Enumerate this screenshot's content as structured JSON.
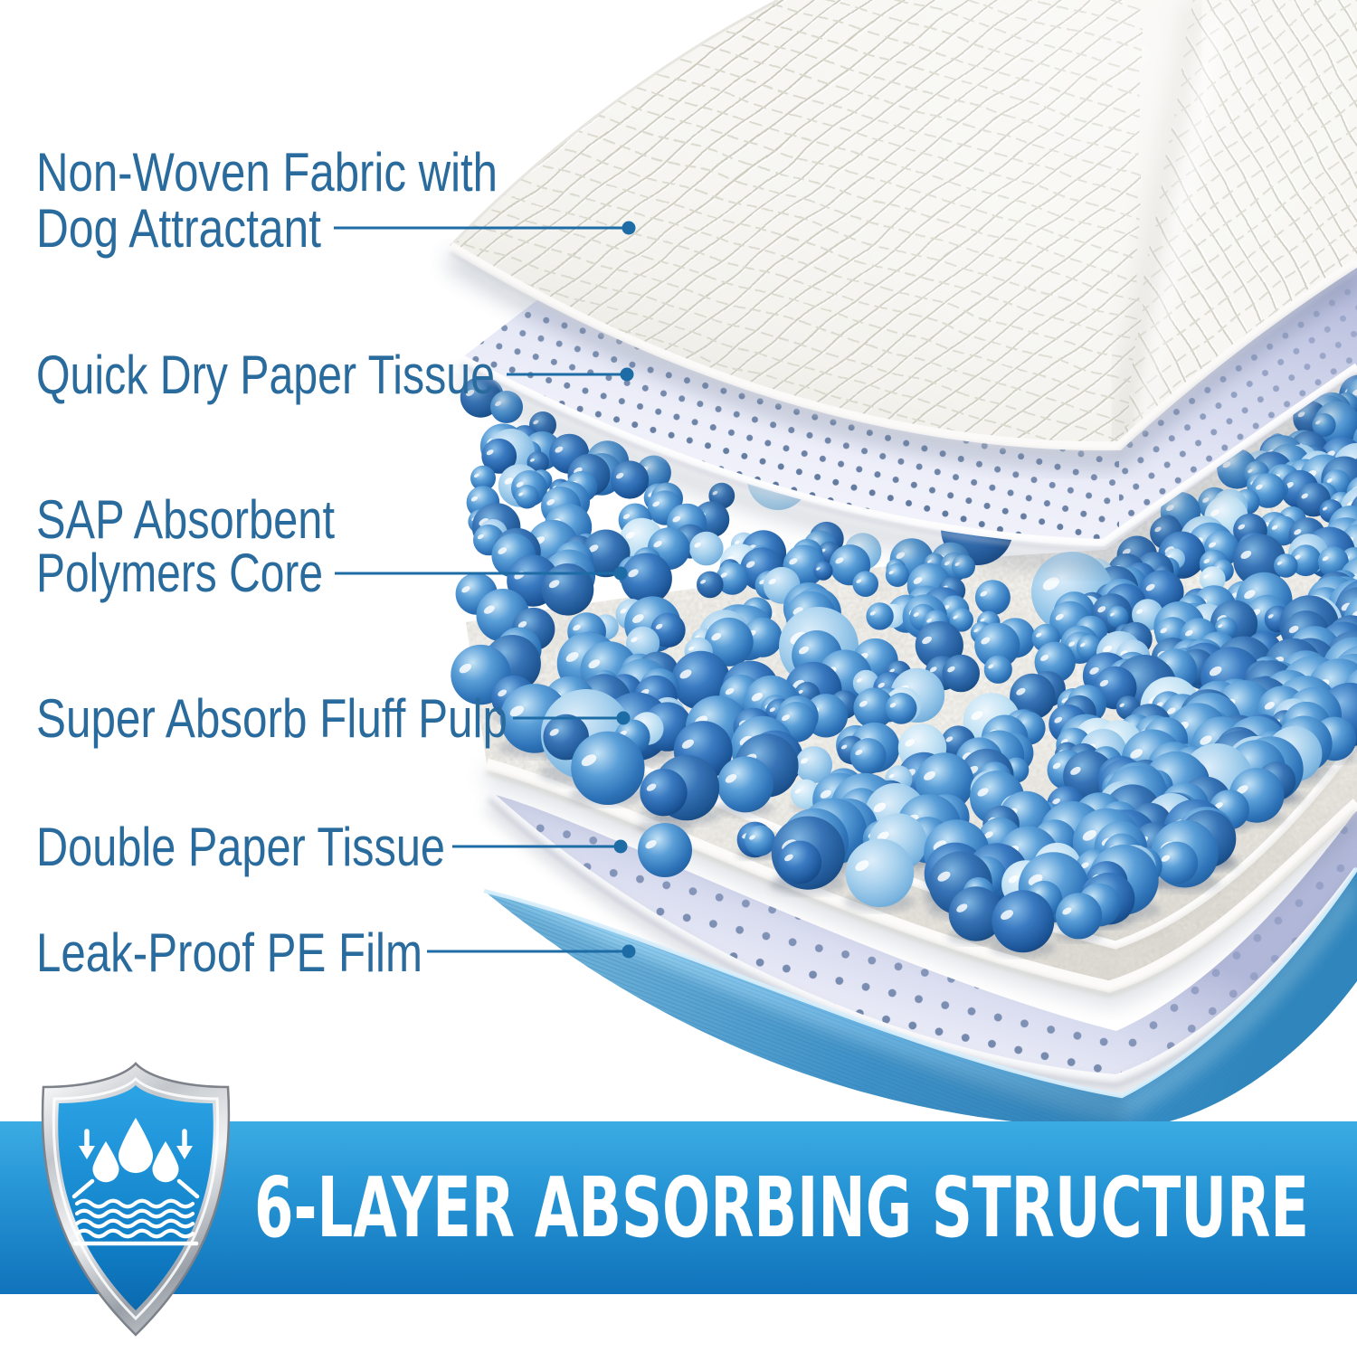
{
  "labels": [
    {
      "id": "non-woven-fabric",
      "lines": [
        "Non-Woven Fabric with",
        "Dog Attractant"
      ]
    },
    {
      "id": "quick-dry-tissue",
      "lines": [
        "Quick Dry Paper Tissue"
      ]
    },
    {
      "id": "sap-core",
      "lines": [
        "SAP Absorbent",
        "Polymers Core"
      ]
    },
    {
      "id": "fluff-pulp",
      "lines": [
        "Super Absorb Fluff Pulp"
      ]
    },
    {
      "id": "double-tissue",
      "lines": [
        "Double Paper Tissue"
      ]
    },
    {
      "id": "pe-film",
      "lines": [
        "Leak-Proof PE Film"
      ]
    }
  ],
  "banner": {
    "text": "6-LAYER ABSORBING STRUCTURE"
  },
  "icons": [
    {
      "name": "shield-water-absorb-icon"
    }
  ],
  "colors": {
    "label_text": "#2a6b9e",
    "leader": "#1d6ca6",
    "banner_top": "#3cace4",
    "banner_bottom": "#1173bb",
    "banner_text": "#ffffff",
    "shield_blue_top": "#2ba2e4",
    "shield_blue_bottom": "#0a63a8",
    "silver_light": "#fdfdfd",
    "silver_dark": "#898f97",
    "dot_color": "#3b5884",
    "mesh_line": "#d8d6cc",
    "film_base": "#4da3da",
    "film_dark": "#2e7cb4",
    "film_light": "#8ecdef",
    "bead_palette": [
      "#2a66ae",
      "#3b7cc2",
      "#4f93d2",
      "#1f5698",
      "#7db9e2",
      "#a8d4ee",
      "#c2e2f3"
    ]
  },
  "beads": {
    "count": 620,
    "seed": 42,
    "min_radius": 13,
    "max_radius": 33
  }
}
